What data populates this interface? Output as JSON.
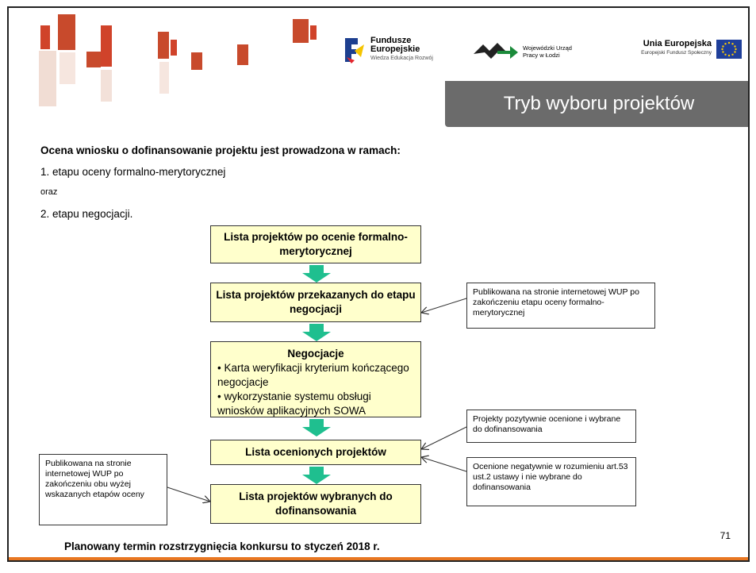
{
  "header": {
    "logo_fe_line1": "Fundusze",
    "logo_fe_line2": "Europejskie",
    "logo_fe_line3": "Wiedza Edukacja Rozwój",
    "logo_wup_line1": "Wojewódzki Urząd",
    "logo_wup_line2": "Pracy w Łodzi",
    "logo_ue_line1": "Unia Europejska",
    "logo_ue_line2": "Europejski Fundusz Społeczny",
    "title": "Tryb wyboru projektów"
  },
  "intro": {
    "heading": "Ocena wniosku o dofinansowanie projektu jest prowadzona w ramach:",
    "step1": "1. etapu oceny formalno-merytorycznej",
    "connector": "oraz",
    "step2": "2. etapu negocjacji."
  },
  "flow": {
    "box1": "Lista projektów po ocenie formalno-merytorycznej",
    "box2": "Lista  projektów przekazanych do etapu negocjacji",
    "box3_title": "Negocjacje",
    "box3_item1": "• Karta weryfikacji kryterium kończącego negocjacje",
    "box3_item2": "• wykorzystanie systemu obsługi wniosków aplikacyjnych SOWA",
    "box4": "Lista ocenionych projektów",
    "box5": "Lista projektów wybranych do dofinansowania"
  },
  "notes": {
    "note_published_wup": "Publikowana na stronie internetowej WUP po zakończeniu  etapu oceny formalno-merytorycznej",
    "note_positive": "Projekty pozytywnie ocenione i wybrane do dofinansowania",
    "note_negative": "Ocenione negatywnie w rozumieniu art.53 ust.2 ustawy i nie wybrane do dofinansowania",
    "note_published_both": "Publikowana na stronie internetowej WUP  po zakończeniu obu wyżej wskazanych etapów oceny"
  },
  "footer": {
    "text": "Planowany   termin rozstrzygnięcia konkursu to styczeń 2018 r.",
    "page_number": "71"
  },
  "colors": {
    "deco_red": "#c84a2c",
    "box_fill": "#ffffcc",
    "arrow_green": "#1fbf8f",
    "title_bar": "#6b6b6b",
    "bottom_rule": "#e87722"
  }
}
